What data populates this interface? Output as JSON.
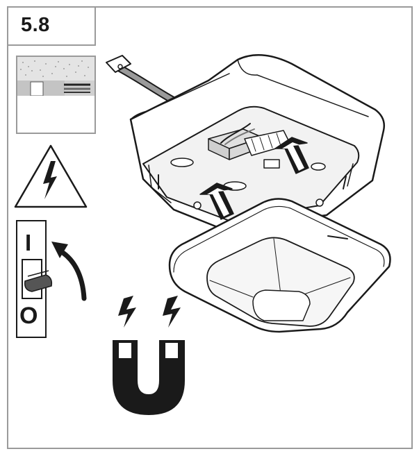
{
  "step": {
    "number": "5.8"
  },
  "power_switch": {
    "on_label": "I",
    "off_label": "O"
  },
  "icons": [
    "ceiling-cross-section-icon",
    "high-voltage-warning-icon",
    "circuit-breaker-switch-icon",
    "magnet-icon",
    "sensor-housing-illustration"
  ],
  "colors": {
    "line": "#1a1a1a",
    "frame": "#9a9a9a",
    "background": "#ffffff"
  }
}
